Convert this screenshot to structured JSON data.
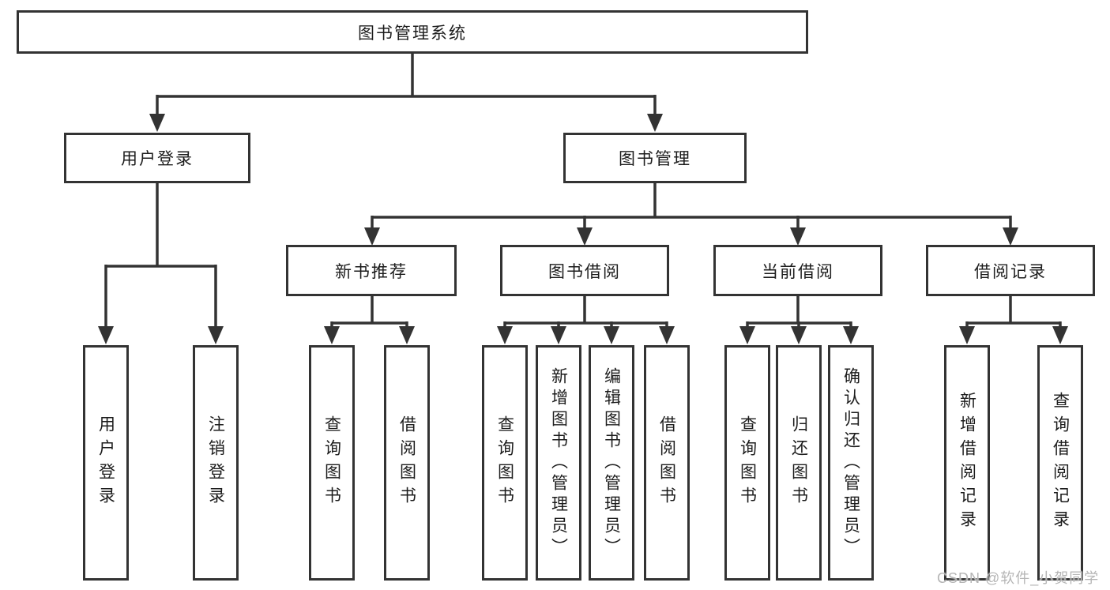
{
  "diagram": {
    "title_node": {
      "label": "图书管理系统"
    },
    "level2": [
      {
        "id": "user-login",
        "label": "用户登录"
      },
      {
        "id": "book-management",
        "label": "图书管理"
      }
    ],
    "level3": [
      {
        "id": "new-book-recommend",
        "label": "新书推荐",
        "parent": "图书管理"
      },
      {
        "id": "book-borrowing",
        "label": "图书借阅",
        "parent": "图书管理"
      },
      {
        "id": "current-borrowing",
        "label": "当前借阅",
        "parent": "图书管理"
      },
      {
        "id": "borrowing-records",
        "label": "借阅记录",
        "parent": "图书管理"
      }
    ],
    "leaves": [
      {
        "label": "用户登录",
        "parent": "用户登录"
      },
      {
        "label": "注销登录",
        "parent": "用户登录"
      },
      {
        "label": "查询图书",
        "parent": "新书推荐"
      },
      {
        "label": "借阅图书",
        "parent": "新书推荐"
      },
      {
        "label": "查询图书",
        "parent": "图书借阅"
      },
      {
        "label": "新增图书（管理员）",
        "parent": "图书借阅"
      },
      {
        "label": "编辑图书（管理员）",
        "parent": "图书借阅"
      },
      {
        "label": "借阅图书",
        "parent": "图书借阅"
      },
      {
        "label": "查询图书",
        "parent": "当前借阅"
      },
      {
        "label": "归还图书",
        "parent": "当前借阅"
      },
      {
        "label": "确认归还（管理员）",
        "parent": "当前借阅"
      },
      {
        "label": "新增借阅记录",
        "parent": "借阅记录"
      },
      {
        "label": "查询借阅记录",
        "parent": "借阅记录"
      }
    ],
    "colors": {
      "line": "#333333",
      "box_border": "#333333",
      "text": "#1c1c1c",
      "background": "#ffffff",
      "watermark": "#b5b5b5"
    }
  },
  "watermark": {
    "text": "CSDN @软件_小贺同学"
  }
}
